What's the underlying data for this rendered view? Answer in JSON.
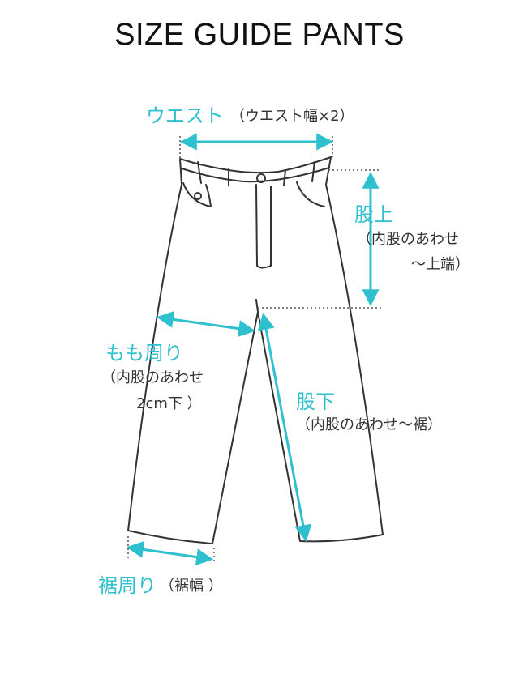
{
  "title": "SIZE GUIDE PANTS",
  "colors": {
    "accent": "#2ec0cf",
    "line": "#333333",
    "text": "#333333"
  },
  "labels": {
    "waist": {
      "main": "ウエスト",
      "sub": "（ウエスト幅×2）"
    },
    "rise": {
      "main": "股上",
      "sub1": "（内股のあわせ",
      "sub2": "〜上端）"
    },
    "thigh": {
      "main": "もも周り",
      "sub1": "（内股のあわせ",
      "sub2": "2cm下 ）"
    },
    "inseam": {
      "main": "股下",
      "sub": "（内股のあわせ〜裾）"
    },
    "hem": {
      "main": "裾周り",
      "sub": "（裾幅 ）"
    }
  }
}
